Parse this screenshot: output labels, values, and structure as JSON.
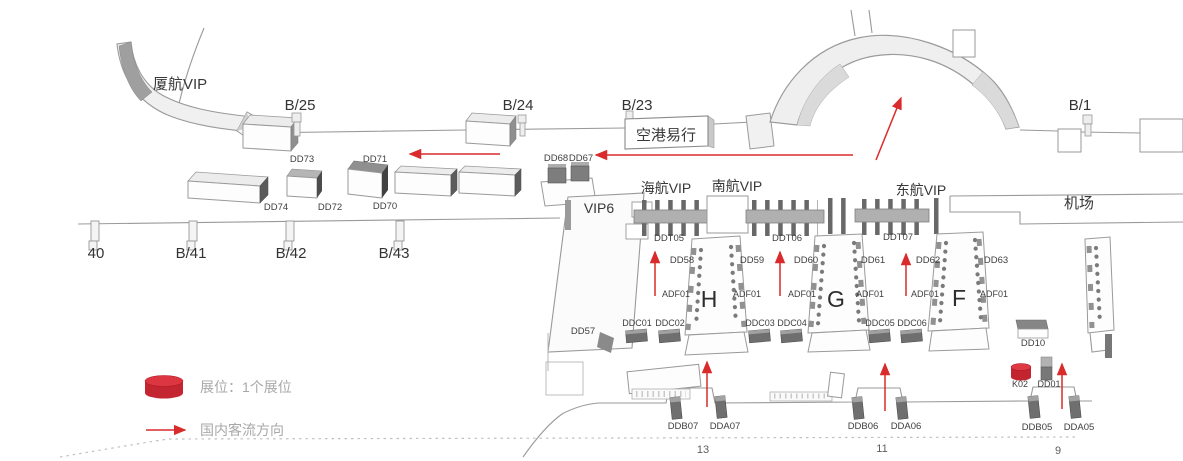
{
  "colors": {
    "accent_red": "#d92b2b",
    "booth_red_top": "#dc3640",
    "booth_red_side": "#c32531",
    "line_gray": "#9a9a9a",
    "box_dark": "#6f6f6f",
    "label_dark": "#3c3c3c",
    "label_muted": "#a8a8a8"
  },
  "areas": {
    "xiamen_vip": "厦航VIP",
    "kongang_yixing": "空港易行",
    "hainan_vip": "海航VIP",
    "china_southern_vip": "南航VIP",
    "china_eastern_vip": "东航VIP",
    "vip6": "VIP6",
    "airport_label": "机场"
  },
  "gates": {
    "top": [
      "B/25",
      "B/24",
      "B/23",
      "B/1"
    ],
    "bottom": [
      "40",
      "B/41",
      "B/42",
      "B/43"
    ],
    "apron": [
      "13",
      "11",
      "9"
    ]
  },
  "piers": {
    "h": "H",
    "g": "G",
    "f": "F",
    "adf_label": "ADF01"
  },
  "booths": {
    "dd73": "DD73",
    "dd74": "DD74",
    "dd72": "DD72",
    "dd71": "DD71",
    "dd70": "DD70",
    "dd68": "DD68",
    "dd67": "DD67",
    "dd57": "DD57",
    "ddt05": "DDT05",
    "ddt06": "DDT06",
    "ddt07": "DDT07",
    "dd58": "DD58",
    "dd59": "DD59",
    "dd60": "DD60",
    "dd61": "DD61",
    "dd62": "DD62",
    "dd63": "DD63",
    "ddc01": "DDC01",
    "ddc02": "DDC02",
    "ddc03": "DDC03",
    "ddc04": "DDC04",
    "ddc05": "DDC05",
    "ddc06": "DDC06",
    "dd10": "DD10",
    "k02": "K02",
    "dd01": "DD01",
    "ddb07": "DDB07",
    "dda07": "DDA07",
    "ddb06": "DDB06",
    "dda06": "DDA06",
    "ddb05": "DDB05",
    "dda05": "DDA05"
  },
  "legend": {
    "booth_label": "展位：1个展位",
    "flow_label": "国内客流方向"
  }
}
